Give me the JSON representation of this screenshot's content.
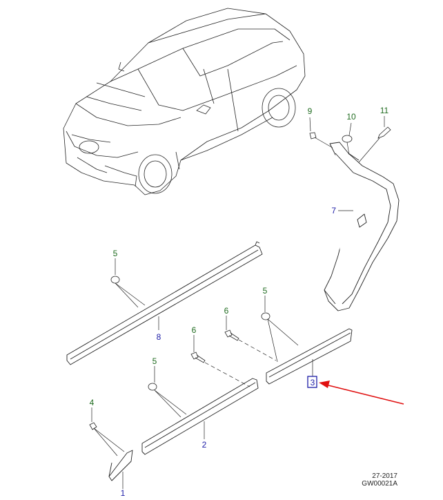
{
  "callouts": [
    {
      "id": "c1",
      "label": "1",
      "color": "#1a1aa6"
    },
    {
      "id": "c2",
      "label": "2",
      "color": "#1a1aa6"
    },
    {
      "id": "c3",
      "label": "3",
      "color": "#1a1aa6",
      "highlighted": true
    },
    {
      "id": "c4",
      "label": "4",
      "color": "#1f6b1f"
    },
    {
      "id": "c5a",
      "label": "5",
      "color": "#1f6b1f"
    },
    {
      "id": "c5b",
      "label": "5",
      "color": "#1f6b1f"
    },
    {
      "id": "c5c",
      "label": "5",
      "color": "#1f6b1f"
    },
    {
      "id": "c6a",
      "label": "6",
      "color": "#1f6b1f"
    },
    {
      "id": "c6b",
      "label": "6",
      "color": "#1f6b1f"
    },
    {
      "id": "c7",
      "label": "7",
      "color": "#1a1aa6"
    },
    {
      "id": "c8",
      "label": "8",
      "color": "#1a1aa6"
    },
    {
      "id": "c9",
      "label": "9",
      "color": "#1f6b1f"
    },
    {
      "id": "c10",
      "label": "10",
      "color": "#1f6b1f"
    },
    {
      "id": "c11",
      "label": "11",
      "color": "#1f6b1f"
    }
  ],
  "colors": {
    "line": "#222222",
    "arrow": "#e01010",
    "highlight_box": "#1a1aa6"
  },
  "footer": {
    "line1": "27-2017",
    "line2": "GW00021A"
  }
}
